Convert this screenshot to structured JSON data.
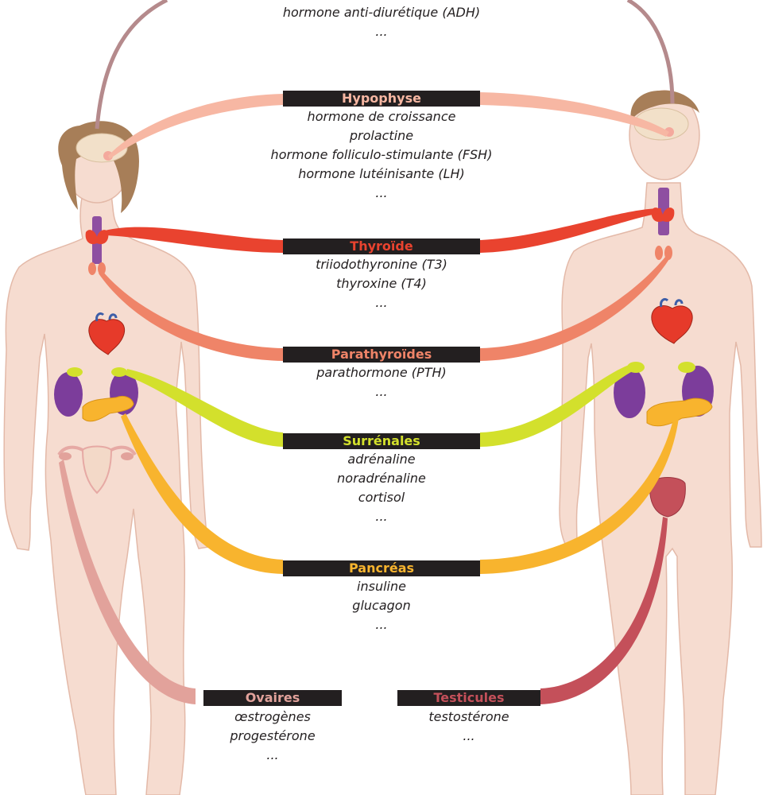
{
  "colors": {
    "brain_link": "#b58a8c",
    "hypophyse": "#f7b7a3",
    "thyroide": "#e9432f",
    "parathyroides": "#ef8468",
    "surrenales": "#d3e02c",
    "pancreas": "#f8b42e",
    "ovaires": "#e2a29b",
    "testicules": "#c4505a",
    "skin": "#f6dcd0",
    "skin_outline": "#e3b9a8",
    "hair": "#a77e58",
    "kidney": "#7c3d9b",
    "heart": "#e63a2a",
    "trachea": "#8e4fa1"
  },
  "top": {
    "items": [
      "hormone anti-diurétique (ADH)",
      "..."
    ]
  },
  "glands": [
    {
      "id": "hypophyse",
      "title": "Hypophyse",
      "color": "#f7b7a3",
      "hormones": [
        "hormone de croissance",
        "prolactine",
        "hormone folliculo-stimulante (FSH)",
        "hormone lutéinisante (LH)",
        "..."
      ]
    },
    {
      "id": "thyroide",
      "title": "Thyroïde",
      "color": "#e9432f",
      "hormones": [
        "triiodothyronine (T3)",
        "thyroxine (T4)",
        "..."
      ]
    },
    {
      "id": "parathyroides",
      "title": "Parathyroïdes",
      "color": "#ef8468",
      "hormones": [
        "parathormone (PTH)",
        "..."
      ]
    },
    {
      "id": "surrenales",
      "title": "Surrénales",
      "color": "#d3e02c",
      "hormones": [
        "adrénaline",
        "noradrénaline",
        "cortisol",
        "..."
      ]
    },
    {
      "id": "pancreas",
      "title": "Pancréas",
      "color": "#f8b42e",
      "hormones": [
        "insuline",
        "glucagon",
        "..."
      ]
    },
    {
      "id": "ovaires",
      "title": "Ovaires",
      "color": "#e2a29b",
      "hormones": [
        "œstrogènes",
        "progestérone",
        "..."
      ]
    },
    {
      "id": "testicules",
      "title": "Testicules",
      "color": "#c4505a",
      "hormones": [
        "testostérone",
        "..."
      ]
    }
  ]
}
